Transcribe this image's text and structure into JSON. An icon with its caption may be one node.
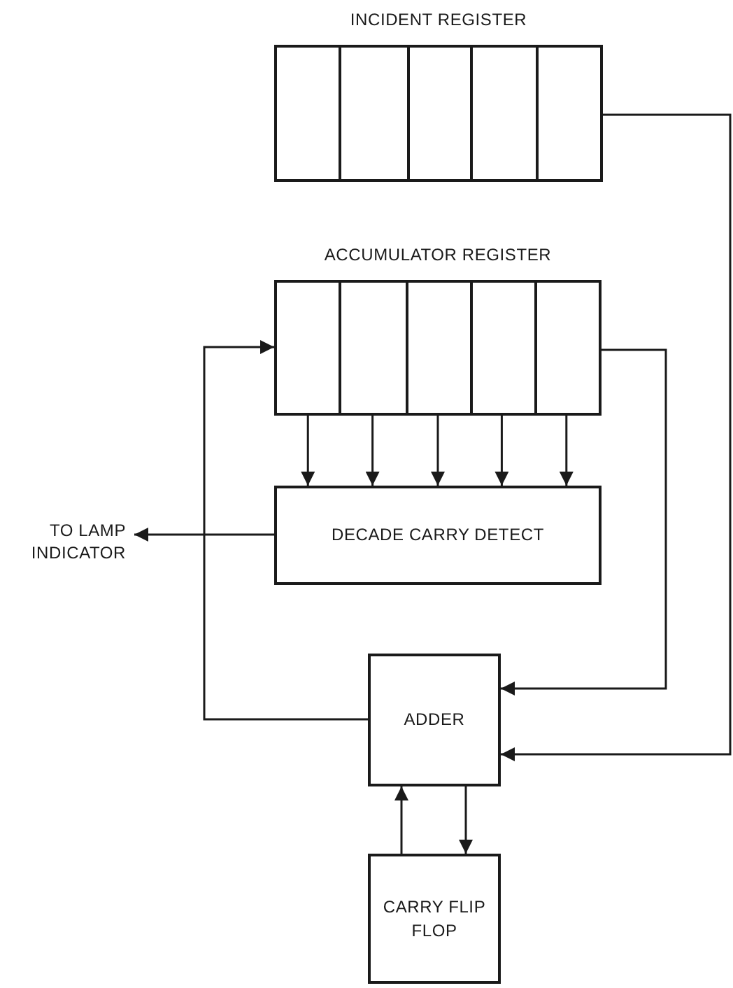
{
  "diagram": {
    "nodes": [
      {
        "text": [
          "INCIDENT REGISTER"
        ]
      },
      {
        "text": [],
        "shape": "box",
        "in": 0
      },
      {
        "text": [],
        "shape": "box",
        "in": 0
      },
      {
        "text": [],
        "shape": "box",
        "in": 0
      },
      {
        "text": [],
        "shape": "box",
        "in": 0
      },
      {
        "text": [],
        "shape": "box",
        "in": 0
      },
      {
        "text": [
          "ACCUMULATOR REGISTER"
        ]
      },
      {
        "text": [],
        "shape": "box",
        "in": 6
      },
      {
        "text": [],
        "shape": "box",
        "in": 6
      },
      {
        "text": [],
        "shape": "box",
        "in": 6
      },
      {
        "text": [],
        "shape": "box",
        "in": 6
      },
      {
        "text": [],
        "shape": "box",
        "in": 6
      },
      {
        "text": [
          "TO LAMP INDICATOR"
        ]
      },
      {
        "text": [
          "DECADE CARRY DETECT"
        ]
      },
      {
        "text": [
          "ADDER"
        ]
      },
      {
        "text": [
          "CARRY FLIP FLOP"
        ]
      }
    ],
    "edges": [
      {
        "from": 0,
        "to": 14,
        "arrow": "to"
      },
      {
        "from": 6,
        "to": 14,
        "arrow": "to"
      },
      {
        "from": 14,
        "to": 6,
        "arrow": "to"
      },
      {
        "from": 7,
        "to": 13,
        "arrow": "to"
      },
      {
        "from": 8,
        "to": 13,
        "arrow": "to"
      },
      {
        "from": 9,
        "to": 13,
        "arrow": "to"
      },
      {
        "from": 10,
        "to": 13,
        "arrow": "to"
      },
      {
        "from": 11,
        "to": 13,
        "arrow": "to"
      },
      {
        "from": 13,
        "to": 12,
        "arrow": "to"
      },
      {
        "from": 15,
        "to": 14,
        "arrow": "to"
      },
      {
        "from": 14,
        "to": 15,
        "arrow": "to"
      }
    ]
  }
}
